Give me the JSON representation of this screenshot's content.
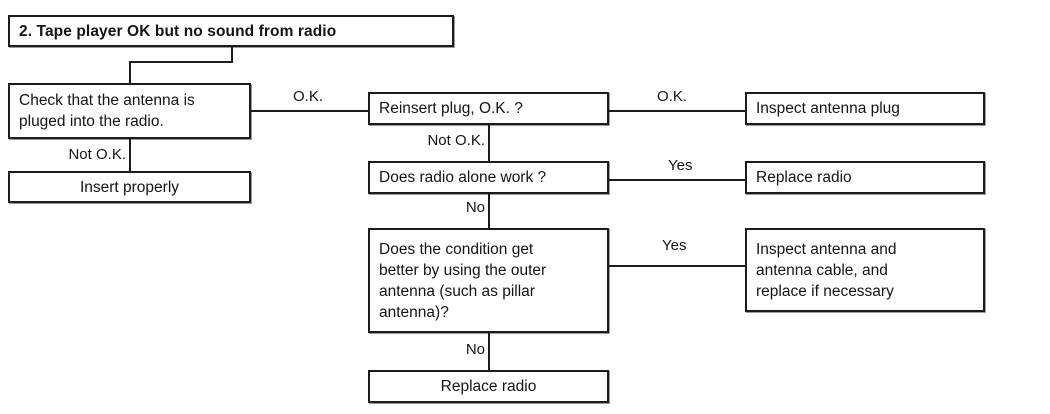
{
  "diagram": {
    "title": "2. Tape player OK but no sound from radio",
    "type": "troubleshooting-flowchart",
    "nodes": {
      "title_box": {
        "text": "2. Tape player OK but no sound from radio"
      },
      "check_antenna": {
        "text": "Check that the antenna is\npluged into the radio."
      },
      "insert_properly": {
        "text": "Insert properly"
      },
      "reinsert_plug": {
        "text": "Reinsert plug, O.K. ?"
      },
      "inspect_antenna_plug": {
        "text": "Inspect antenna plug"
      },
      "radio_alone_work": {
        "text": "Does radio alone work ?"
      },
      "replace_radio_1": {
        "text": "Replace radio"
      },
      "condition_better": {
        "text": "Does the condition get\nbetter by using the outer\nantenna (such as pillar\nantenna)?"
      },
      "inspect_antenna_cable": {
        "text": "Inspect antenna and\nantenna cable, and\nreplace if necessary"
      },
      "replace_radio_2": {
        "text": "Replace radio"
      }
    },
    "edge_labels": {
      "check_ok": "O.K.",
      "check_not_ok": "Not O.K.",
      "reinsert_ok": "O.K.",
      "reinsert_not_ok": "Not O.K.",
      "radio_alone_yes": "Yes",
      "radio_alone_no": "No",
      "condition_yes": "Yes",
      "condition_no": "No"
    },
    "colors": {
      "border": "#1c1c1c",
      "text": "#141414",
      "background": "#ffffff",
      "shadow": "#9a9a9a"
    }
  }
}
